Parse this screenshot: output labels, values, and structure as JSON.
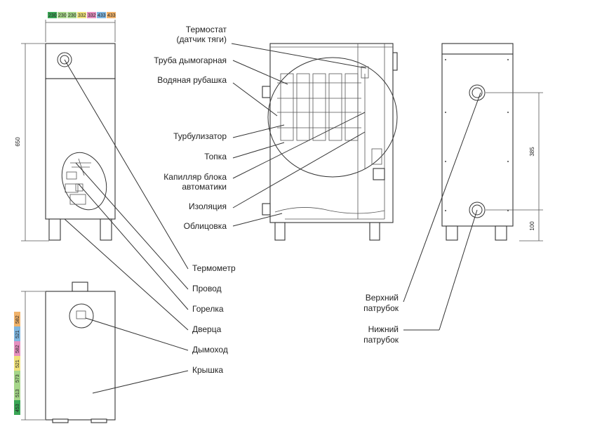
{
  "dimensions": {
    "width_codes": [
      "230",
      "230",
      "230",
      "332",
      "332",
      "433",
      "433"
    ],
    "depth_codes": [
      "453",
      "513",
      "573",
      "521",
      "582",
      "521",
      "582"
    ],
    "height": "650",
    "upper_to_lower": "385",
    "lower_from_base": "100"
  },
  "colors": {
    "green": "#3aa655",
    "light_green": "#a6d68a",
    "yellow": "#efe17a",
    "pink": "#e58fbf",
    "blue": "#7fb6e0",
    "orange": "#f1b36b"
  },
  "labels": {
    "thermostat_line1": "Термостат",
    "thermostat_line2": "(датчик тяги)",
    "flue_pipe": "Труба дымогарная",
    "water_jacket": "Водяная рубашка",
    "turbulizer": "Турбулизатор",
    "firebox": "Топка",
    "capillary_line1": "Капилляр блока",
    "capillary_line2": "автоматики",
    "insulation": "Изоляция",
    "cladding": "Облицовка",
    "thermometer": "Термометр",
    "wire": "Провод",
    "burner": "Горелка",
    "door": "Дверца",
    "chimney": "Дымоход",
    "cover": "Крышка",
    "upper_pipe_line1": "Верхний",
    "upper_pipe_line2": "патрубок",
    "lower_pipe_line1": "Нижний",
    "lower_pipe_line2": "патрубок"
  }
}
